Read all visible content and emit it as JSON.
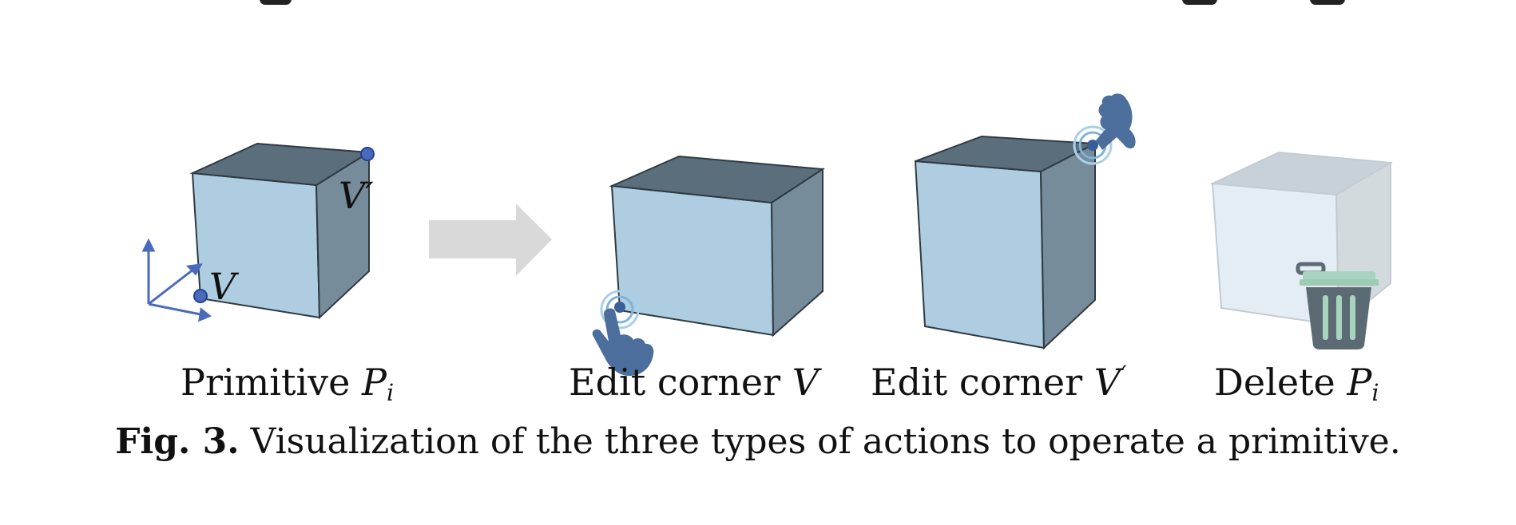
{
  "figure": {
    "panels": [
      {
        "label": "Primitive",
        "math": "P",
        "sub": "i",
        "sup": ""
      },
      {
        "label": "Edit corner",
        "math": "V",
        "sub": "",
        "sup": ""
      },
      {
        "label": "Edit corner",
        "math": "V",
        "sub": "",
        "sup": "′"
      },
      {
        "label": "Delete",
        "math": "P",
        "sub": "i",
        "sup": ""
      }
    ],
    "corner_labels": {
      "v": "V",
      "v_prime": "V′"
    },
    "colors": {
      "cube_front": "#aecde0",
      "cube_top": "#5b6e7c",
      "cube_side": "#768c9a",
      "cube_faded_front": "#e4edf3",
      "cube_faded_top": "#c9d1d8",
      "cube_faded_side": "#d3dade",
      "vertex_dot": "#4a6bbd",
      "axis": "#4a6bbd",
      "arrow": "#d9d9d9",
      "hand": "#4b6e9c",
      "trash_body": "#5c6b73",
      "trash_lid": "#a7d3bf"
    },
    "icons": [
      "axes-icon",
      "arrow-right-icon",
      "pointing-hand-icon",
      "grab-hand-icon",
      "trash-icon"
    ]
  },
  "caption": {
    "number": "Fig. 3.",
    "text": "Visualization of the three types of actions to operate a primitive."
  }
}
